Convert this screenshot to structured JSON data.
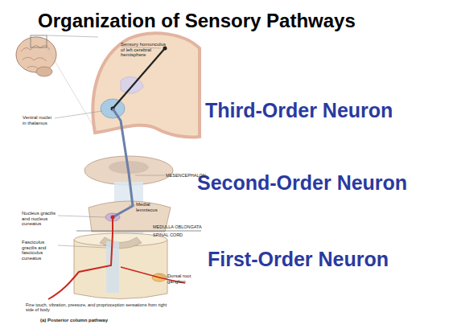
{
  "diagram": {
    "title": "Organization of Sensory Pathways",
    "labels": [
      "Third-Order Neuron",
      "Second-Order Neuron",
      "First-Order Neuron",
      "Sensory homunculus of left cerebral hemisphere",
      "Ventral nuclei in thalamus",
      "MESENCEPHALON",
      "Medial lemniscus",
      "MEDULLA OBLONGATA",
      "SPINAL CORD",
      "Nucleus gracilis and nucleus cuneatus",
      "Fasciculus gracilis and fasciculus cuneatus",
      "Dorsal root ganglion",
      "Fine touch, vibration, pressure, and proprioception sensations from right side of body",
      "(a) Posterior column pathway"
    ]
  }
}
